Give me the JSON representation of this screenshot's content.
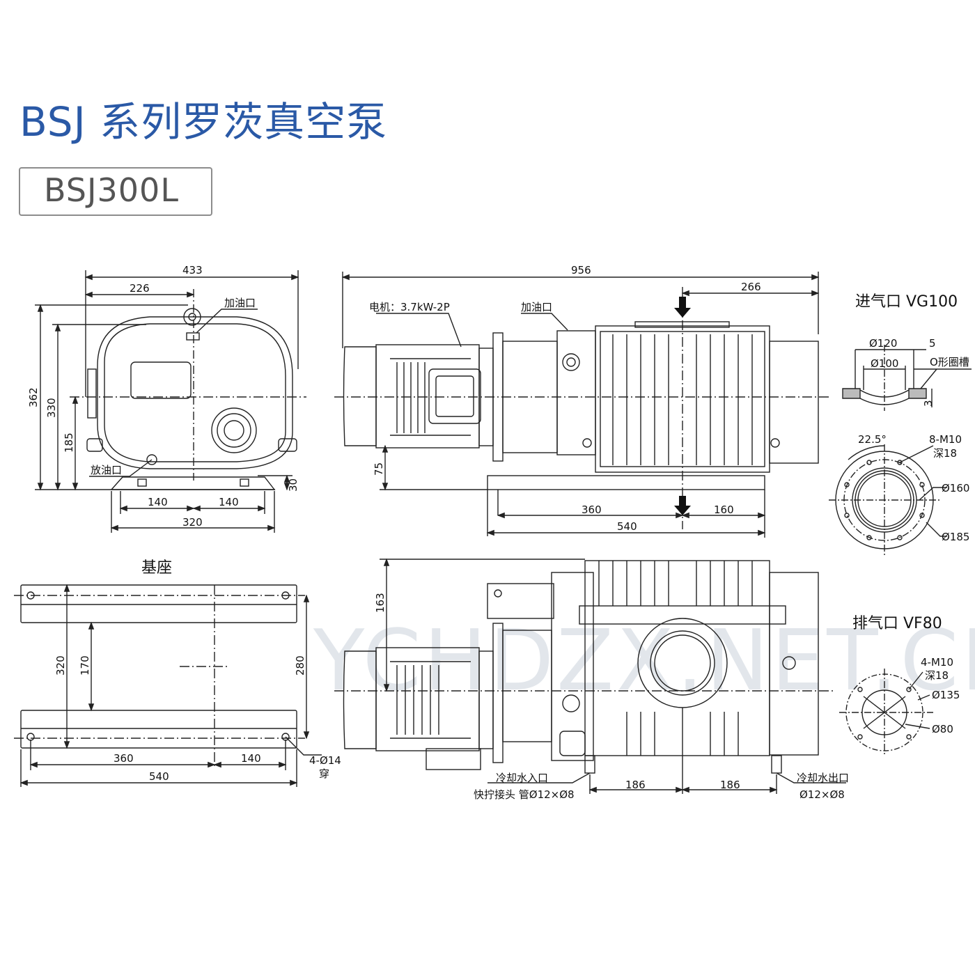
{
  "title": "BSJ 系列罗茨真空泵",
  "model": "BSJ300L",
  "watermark": "YCHDZX.NET.CN",
  "colors": {
    "title": "#2a59a6",
    "line": "#222222",
    "watermark": "#cbd3dc"
  },
  "front_view": {
    "dims": {
      "width_total": "433",
      "width_half": "226",
      "height_total": "362",
      "height_body": "330",
      "height_axis": "185",
      "base_h": "30",
      "foot_left": "140",
      "foot_right": "140",
      "foot_span": "320"
    },
    "oil_fill": "加油口",
    "oil_drain": "放油口"
  },
  "side_view": {
    "dims": {
      "length_total": "956",
      "inlet_offset": "266",
      "axis_height": "75",
      "base_left": "360",
      "base_right": "160",
      "base_total": "540"
    },
    "motor": "电机：3.7kW-2P",
    "oil_fill": "加油口"
  },
  "base_view": {
    "title": "基座",
    "dims": {
      "outer": "320",
      "inner": "170",
      "right": "280",
      "x1": "360",
      "x2": "140",
      "total": "540"
    },
    "holes": "4-Ø14",
    "holes_note": "穿"
  },
  "top_view": {
    "dims": {
      "height": "163",
      "left": "186",
      "right": "186"
    },
    "water_in": "冷却水入口",
    "water_in_spec": "快拧接头 管Ø12×Ø8",
    "water_out": "冷却水出口",
    "water_out_spec": "Ø12×Ø8"
  },
  "inlet": {
    "title": "进气口 VG100",
    "d120": "Ø120",
    "d5": "5",
    "d100": "Ø100",
    "oring": "O形圈槽",
    "d3": "3",
    "angle": "22.5°",
    "bolts": "8-M10",
    "depth": "深18",
    "d160": "Ø160",
    "d185": "Ø185"
  },
  "outlet": {
    "title": "排气口 VF80",
    "bolts": "4-M10",
    "depth": "深18",
    "d135": "Ø135",
    "d80": "Ø80"
  }
}
